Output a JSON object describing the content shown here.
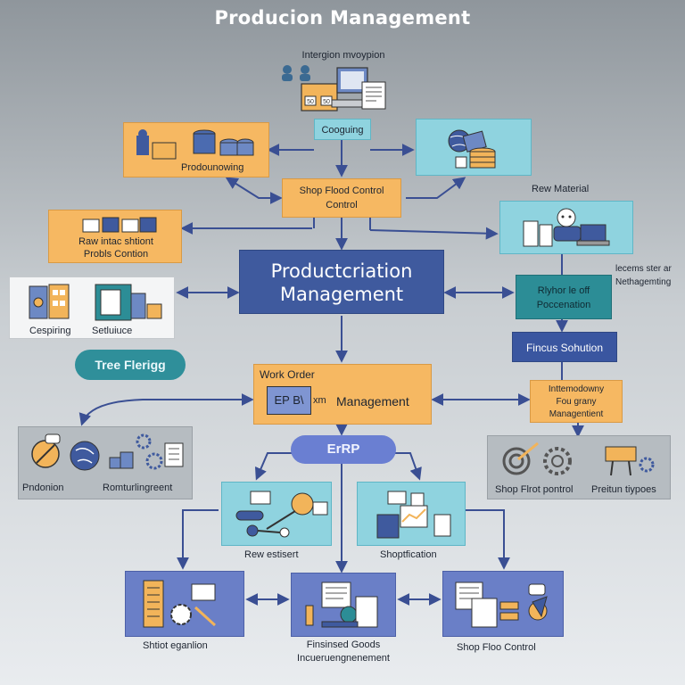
{
  "title": "Producion Management",
  "nodes": {
    "intergion": "Intergion mvoypion",
    "cooguing": "Cooguing",
    "prodounowing": "Prodounowing",
    "shop_flood": "Shop Flood Control Control",
    "raw_material": "Rew Material",
    "raw_intac": "Raw intac shtiont\nProbls Contion",
    "central": "Productcriation\nManagement",
    "cespiring": "Cespiring",
    "setuiuce": "Setluiuce",
    "rlyhor": "Rlyhor  le off\nPoccenation",
    "lecems": "lecems ster ar\nNethagemting",
    "fincus": "Fincus Sohution",
    "tree": "Tree Flerigg",
    "work_order": "Work Order",
    "ep_label": "EP B\\",
    "xm": "xm",
    "management": "Management",
    "intemodowny": "Inttemodowny\nFou grany\nManagentient",
    "erp": "ErRP",
    "pndonion": "Pndonion",
    "romturling": "Romturlingreent",
    "shop_flrot": "Shop Flrot pontrol",
    "preitun": "Preitun tiypoes",
    "rew_estisert": "Rew estisert",
    "shoptication": "Shoptfication",
    "shtiot": "Shtiot eganlion",
    "finished": "Finsinsed Goods\nIncueruengnenement",
    "shop_floo_ctrl": "Shop Floo Control",
    "mon1": "50",
    "mon2": "50"
  },
  "colors": {
    "orange": "#f6b862",
    "teal": "#8fd3df",
    "blue": "#3f5a9e",
    "periwinkle": "#6a7fc7",
    "arrow": "#3a4f93"
  }
}
